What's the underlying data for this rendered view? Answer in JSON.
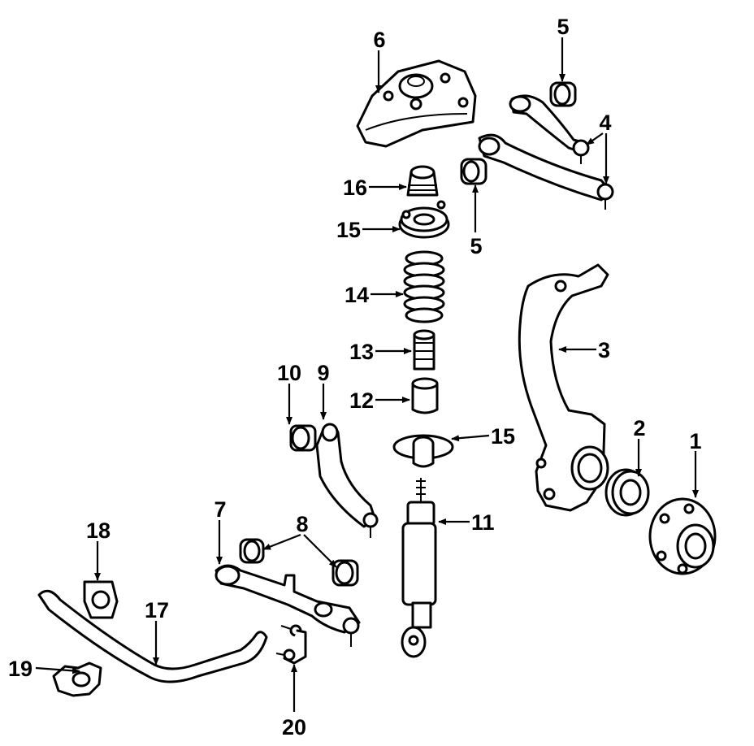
{
  "diagram": {
    "callouts": {
      "c1": "1",
      "c2": "2",
      "c3": "3",
      "c4": "4",
      "c5a": "5",
      "c5b": "5",
      "c6": "6",
      "c7": "7",
      "c8": "8",
      "c9": "9",
      "c10": "10",
      "c11": "11",
      "c12": "12",
      "c13": "13",
      "c14": "14",
      "c15a": "15",
      "c15b": "15",
      "c16": "16",
      "c17": "17",
      "c18": "18",
      "c19": "19",
      "c20": "20"
    }
  }
}
